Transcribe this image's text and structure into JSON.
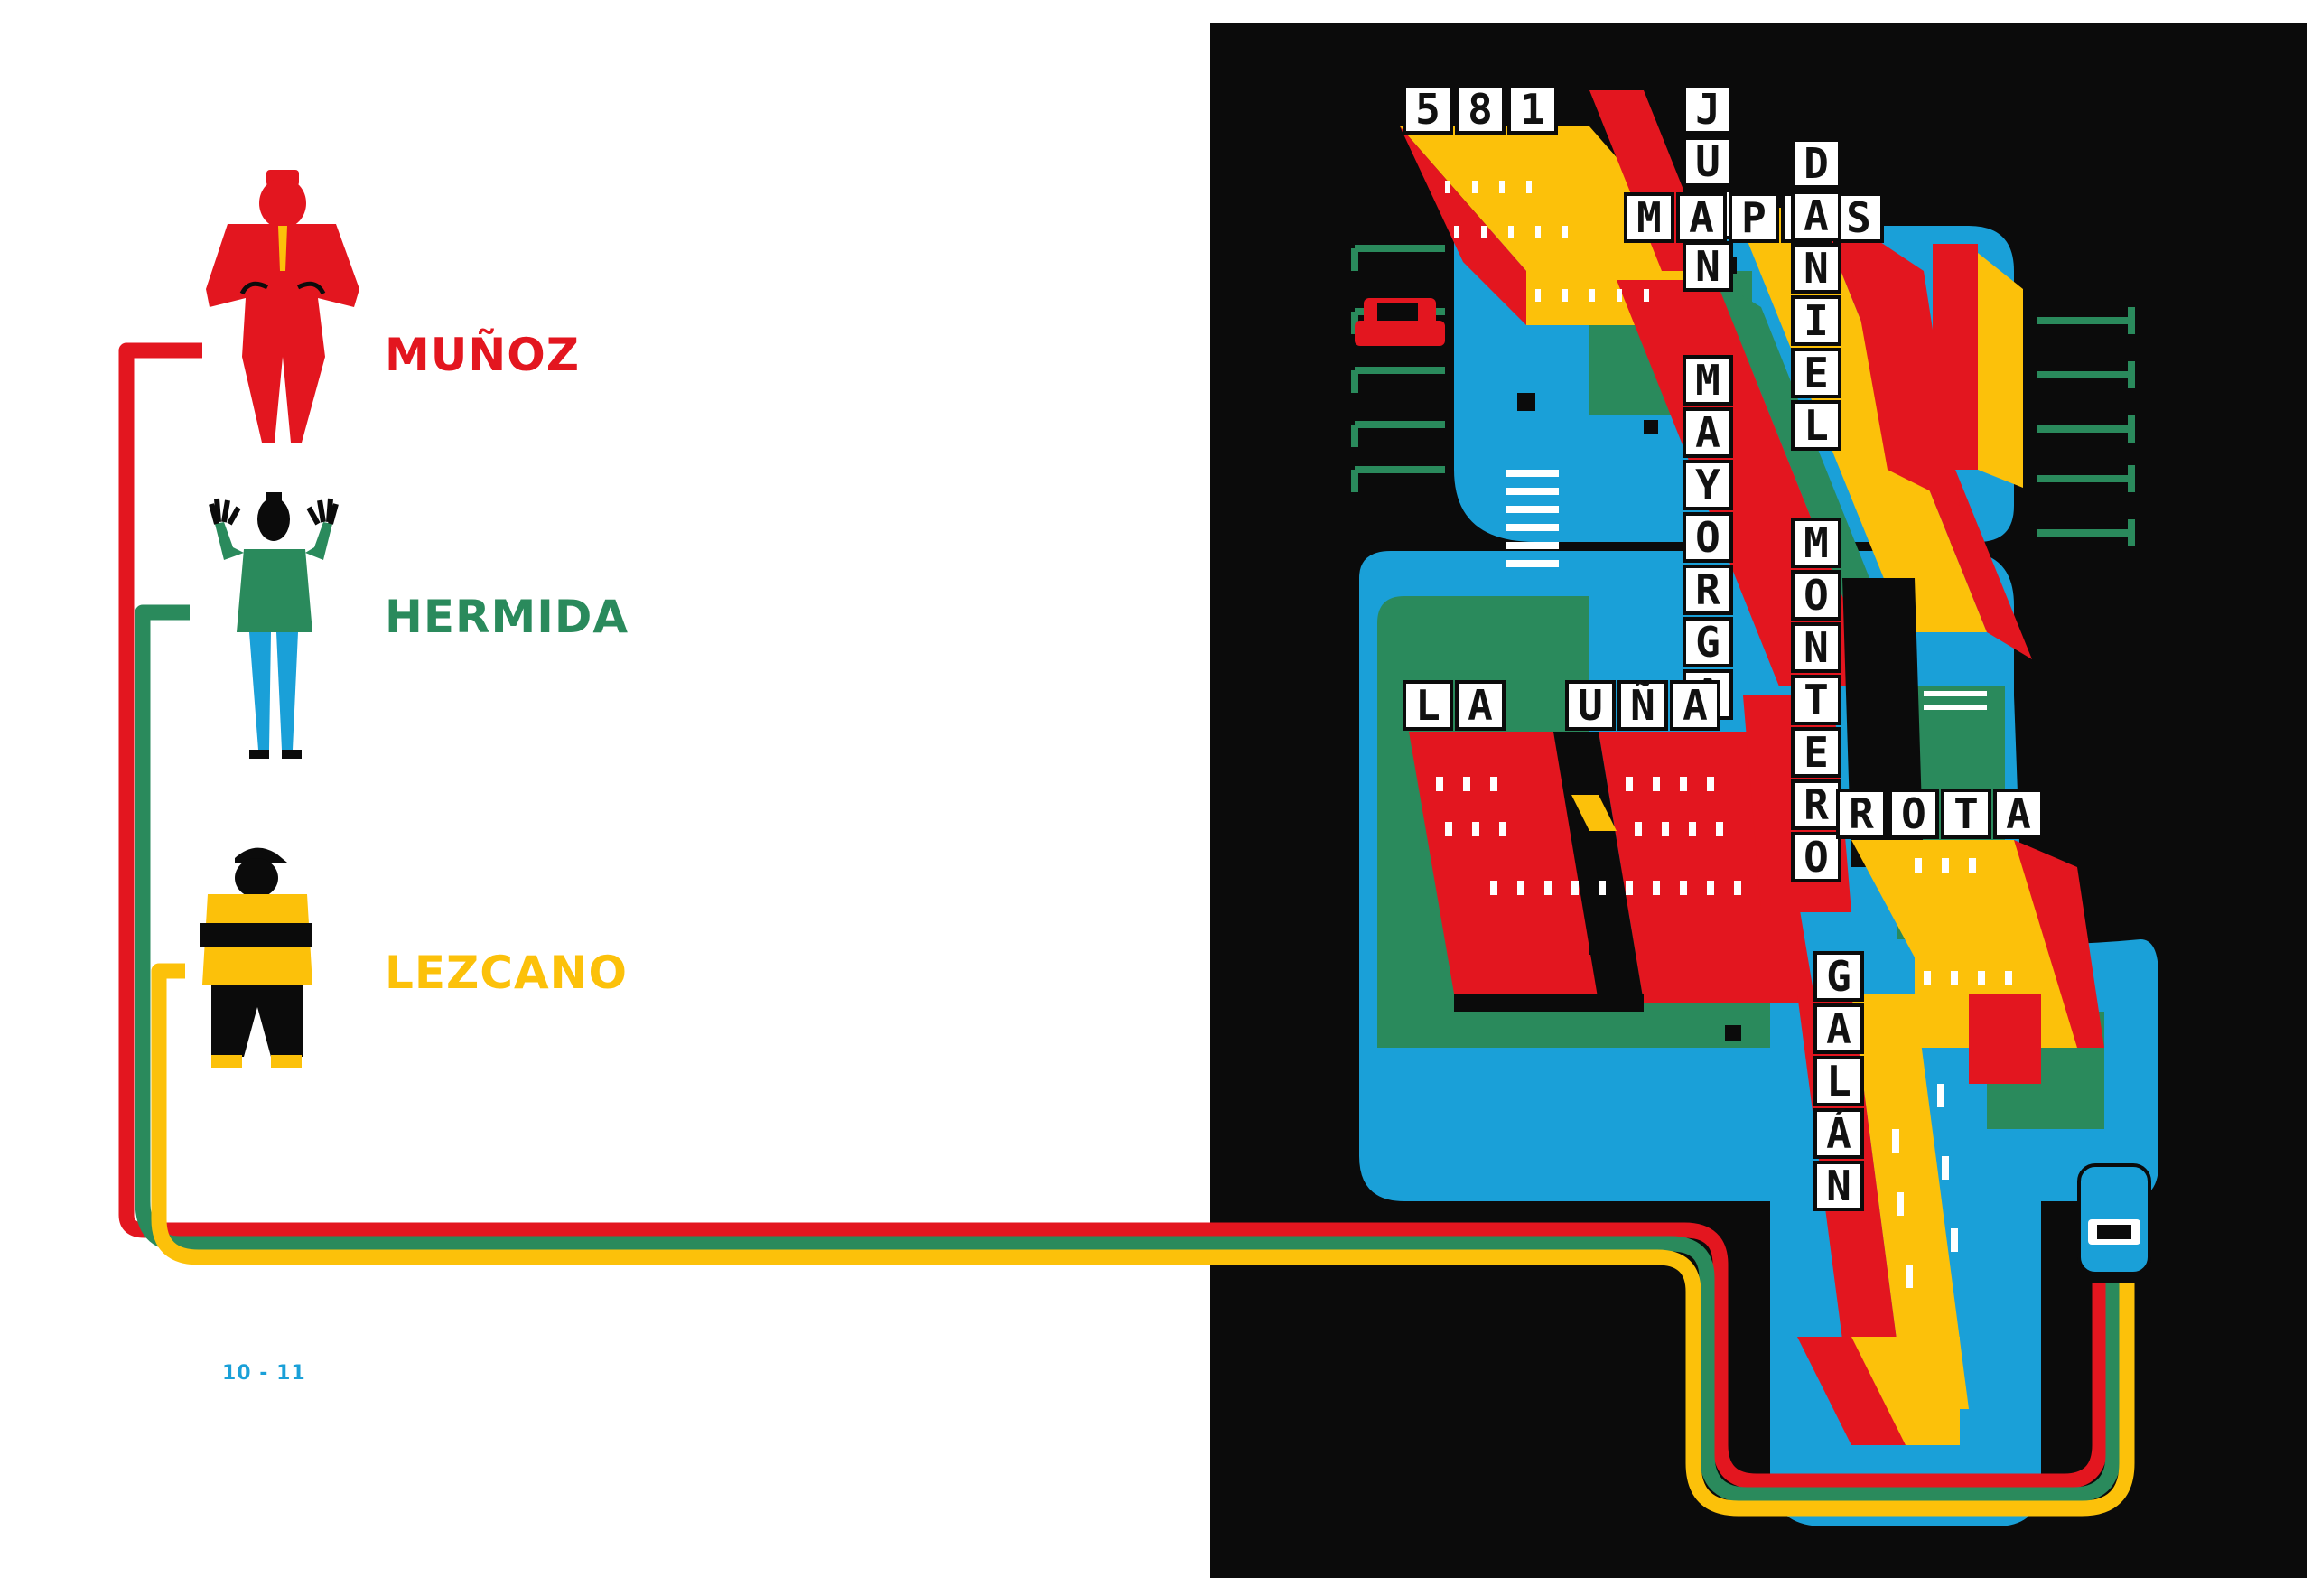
{
  "colors": {
    "red": "#e3161f",
    "green": "#2a8a5c",
    "yellow": "#fcc10a",
    "blue": "#1aa0d8",
    "black": "#0b0b0b",
    "white": "#ffffff",
    "folio": "#1aa0d8"
  },
  "suspects": [
    {
      "name": "MUÑOZ",
      "color": "#e3161f",
      "figure": "red-suit-man-figure"
    },
    {
      "name": "HERMIDA",
      "color": "#2a8a5c",
      "figure": "green-sweater-man-hands-up-figure"
    },
    {
      "name": "LEZCANO",
      "color": "#fcc10a",
      "figure": "yellow-shirt-man-arms-crossed-figure"
    }
  ],
  "crossword": {
    "words": [
      {
        "text": "581",
        "dir": "across"
      },
      {
        "text": "JUAN",
        "dir": "down"
      },
      {
        "text": "MAPAS",
        "dir": "across"
      },
      {
        "text": "DANIEL",
        "dir": "down"
      },
      {
        "text": "MAYORGA",
        "dir": "down"
      },
      {
        "text": "LA",
        "dir": "across"
      },
      {
        "text": "UÑA",
        "dir": "across"
      },
      {
        "text": "MONTERO",
        "dir": "down"
      },
      {
        "text": "ROTA",
        "dir": "across"
      },
      {
        "text": "GALÁN",
        "dir": "down"
      }
    ]
  },
  "folio": "10 - 11"
}
